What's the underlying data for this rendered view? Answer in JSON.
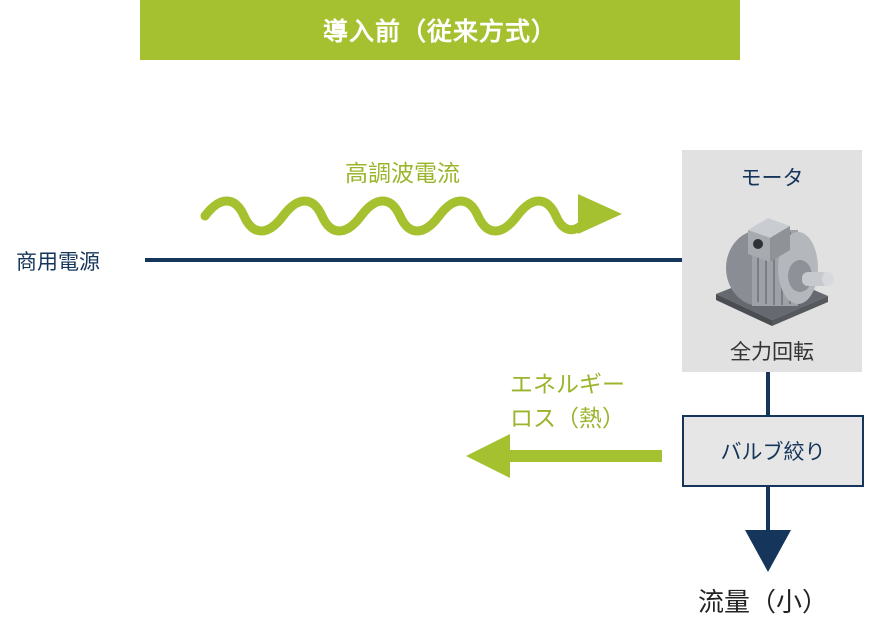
{
  "title": "導入前（従来方式）",
  "power_source": "商用電源",
  "harmonic_current": "高調波電流",
  "motor": {
    "title": "モータ",
    "status": "全力回転",
    "icon": "electric-motor-icon"
  },
  "energy_loss": {
    "line1": "エネルギー",
    "line2": "ロス（熱）"
  },
  "valve_throttle": "バルブ絞り",
  "flow_rate": "流量（小）",
  "colors": {
    "accent_green": "#a5c12f",
    "navy": "#16355a",
    "panel_gray": "#e1e1e1"
  }
}
